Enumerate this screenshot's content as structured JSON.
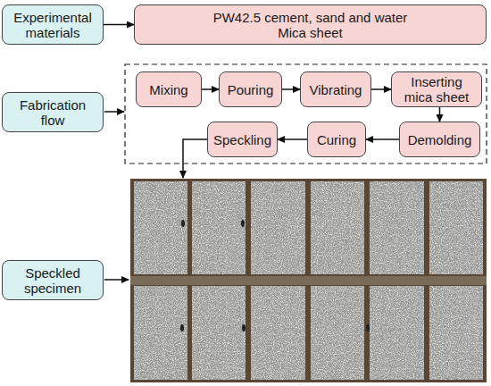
{
  "diagram": {
    "nodes": [
      {
        "text": [
          "Experimental materials"
        ]
      },
      {
        "text": [
          "PW42.5 cement, sand and water",
          "Mica sheet"
        ]
      },
      {
        "text": [
          "Fabrication flow"
        ]
      },
      {
        "text": [
          "Mixing"
        ]
      },
      {
        "text": [
          "Pouring"
        ]
      },
      {
        "text": [
          "Vibrating"
        ]
      },
      {
        "text": [
          "Inserting mica sheet"
        ]
      },
      {
        "text": [
          "Speckling"
        ]
      },
      {
        "text": [
          "Curing"
        ]
      },
      {
        "text": [
          "Demolding"
        ]
      },
      {
        "text": [
          "Speckled specimen"
        ]
      }
    ],
    "edges": [
      {
        "from": 0,
        "to": 1,
        "arrow": "to"
      },
      {
        "from": 3,
        "to": 4,
        "arrow": "to"
      },
      {
        "from": 4,
        "to": 5,
        "arrow": "to"
      },
      {
        "from": 5,
        "to": 6,
        "arrow": "to"
      },
      {
        "from": 6,
        "to": 9,
        "arrow": "to"
      },
      {
        "from": 9,
        "to": 8,
        "arrow": "to"
      },
      {
        "from": 8,
        "to": 7,
        "arrow": "to"
      }
    ]
  }
}
